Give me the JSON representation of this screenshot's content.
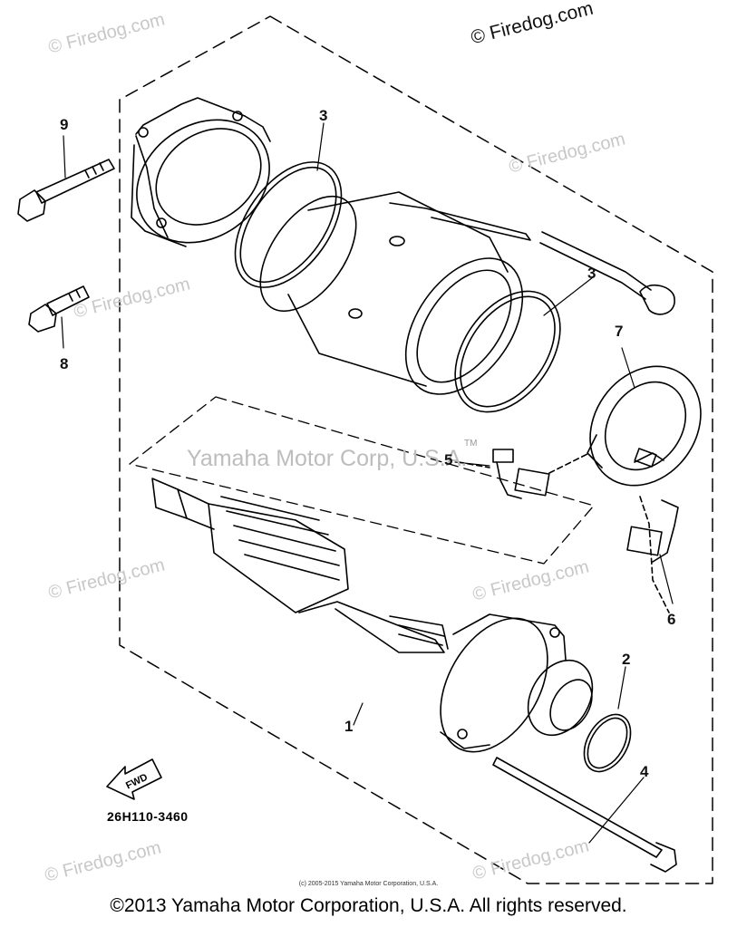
{
  "watermarks": {
    "firedog_top": "© Firedog.com",
    "firedog_repeat": "© Firedog.com",
    "center": "Yamaha Motor Corp, U.S.A.",
    "tm": "TM"
  },
  "callouts": {
    "c1": "1",
    "c2": "2",
    "c3a": "3",
    "c3b": "3",
    "c4": "4",
    "c5": "5",
    "c6": "6",
    "c7": "7",
    "c8": "8",
    "c9": "9"
  },
  "fwd_label": "FWD",
  "part_number": "26H110-3460",
  "small_copyright": "(c) 2005-2015 Yamaha Motor Corporation, U.S.A.",
  "footer": "©2013 Yamaha Motor Corporation, U.S.A. All rights reserved."
}
